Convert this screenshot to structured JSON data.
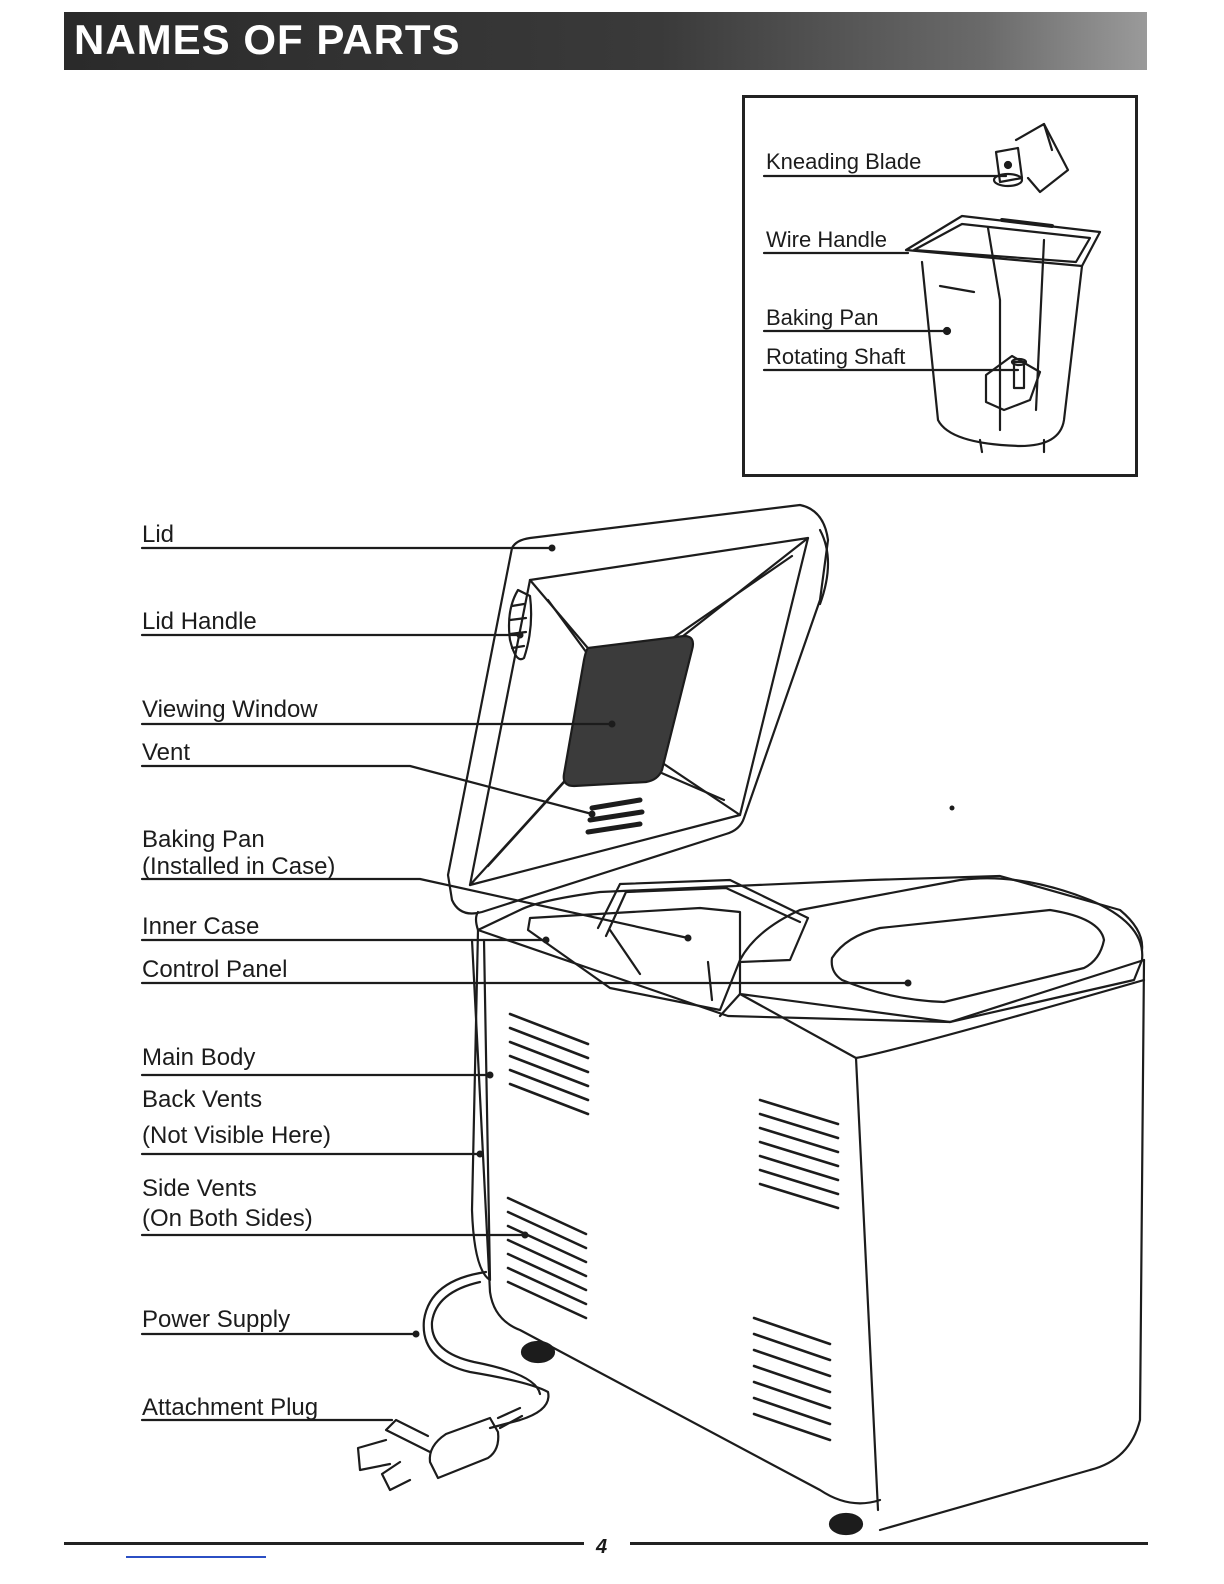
{
  "header": {
    "title": "NAMES OF PARTS"
  },
  "inset": {
    "labels": {
      "kneading_blade": "Kneading Blade",
      "wire_handle": "Wire Handle",
      "baking_pan": "Baking Pan",
      "rotating_shaft": "Rotating Shaft"
    }
  },
  "main": {
    "labels": {
      "lid": "Lid",
      "lid_handle": "Lid Handle",
      "viewing_window": "Viewing Window",
      "vent": "Vent",
      "baking_pan_line1": "Baking Pan",
      "baking_pan_line2": "(Installed in Case)",
      "inner_case": "Inner Case",
      "control_panel": "Control Panel",
      "main_body": "Main Body",
      "back_vents_line1": "Back Vents",
      "back_vents_line2": "(Not Visible Here)",
      "side_vents_line1": "Side Vents",
      "side_vents_line2": "(On Both Sides)",
      "power_supply": "Power Supply",
      "attachment_plug": "Attachment Plug"
    }
  },
  "footer": {
    "page_number": "4"
  }
}
